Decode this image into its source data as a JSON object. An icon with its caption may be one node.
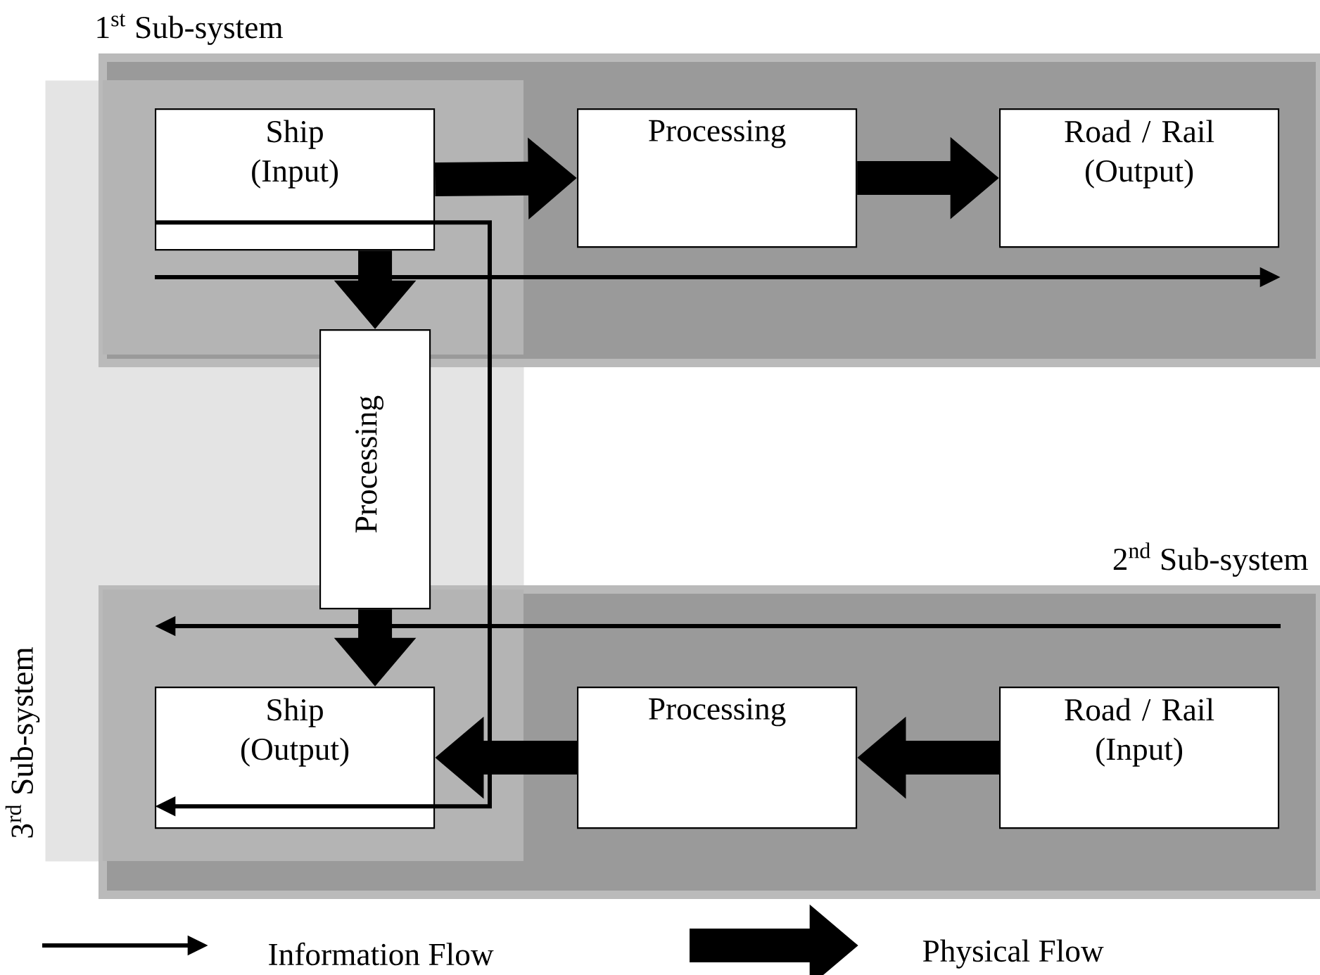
{
  "diagram": {
    "nodes": [
      {
        "text": [
          "1$^{st}$ Sub-system"
        ]
      },
      {
        "text": [
          "Ship (Input)"
        ]
      },
      {
        "text": [
          "Processing"
        ],
        "in": 0
      },
      {
        "text": [
          "Road / Rail (Output)"
        ],
        "in": 0
      },
      {
        "text": [
          "3$^{rd}$ Sub-system"
        ]
      },
      {
        "text": [
          "Processing"
        ],
        "in": 4
      },
      {
        "text": [
          "2$^{nd}$ Sub-system"
        ]
      },
      {
        "text": [
          "Ship (Output)"
        ]
      },
      {
        "text": [
          "Processing"
        ],
        "in": 6
      },
      {
        "text": [
          "Road / Rail (Input)"
        ],
        "in": 6
      }
    ],
    "edges": [
      {
        "from": 1,
        "to": 2,
        "arrow": "to"
      },
      {
        "from": 2,
        "to": 3,
        "arrow": "to"
      },
      {
        "from": 1,
        "to": 5,
        "arrow": "to"
      },
      {
        "from": 5,
        "to": 7,
        "arrow": "to"
      },
      {
        "from": 9,
        "to": 8,
        "arrow": "to"
      },
      {
        "from": 8,
        "to": 7,
        "arrow": "to"
      },
      {
        "from": 1,
        "to": 7,
        "arrow": "to"
      }
    ],
    "legend": [
      {
        "text": "Information Flow"
      },
      {
        "text": "Physical Flow"
      }
    ]
  }
}
